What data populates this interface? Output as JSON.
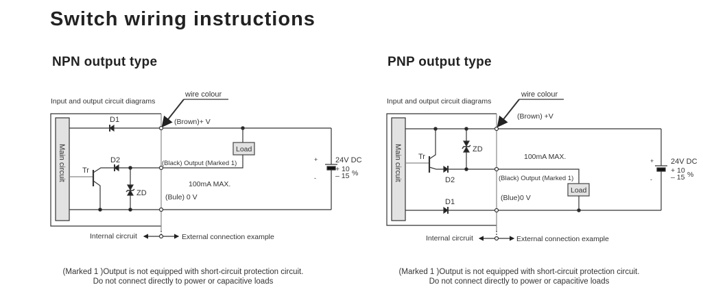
{
  "title": "Switch wiring instructions",
  "npn": {
    "heading": "NPN output type",
    "diagram_label": "Input and output circuit diagrams",
    "wire_colour": "wire colour",
    "main_circuit": "Main circuit",
    "d1": "D1",
    "d2": "D2",
    "tr": "Tr",
    "zd": "ZD",
    "brown": "(Brown)+ V",
    "black": "(Black) Output (Marked 1)",
    "current": "100mA  MAX.",
    "blue": "(Bule)  0 V",
    "load": "Load",
    "supply": "24V DC",
    "tol_plus": "+ 10",
    "tol_minus": "– 15",
    "percent": "%",
    "plus": "+",
    "minus": "-",
    "internal": "Internal circruit",
    "external": "External connection example",
    "note_line1": "(Marked 1 )Output is not equipped with short-circuit protection circuit.",
    "note_line2": "Do not connect directly to power or capacitive loads"
  },
  "pnp": {
    "heading": "PNP output type",
    "diagram_label": "Input and output circuit diagrams",
    "wire_colour": "wire colour",
    "main_circuit": "Main circuit",
    "d1": "D1",
    "d2": "D2",
    "tr": "Tr",
    "zd": "ZD",
    "brown": "(Brown)  +V",
    "black": "(Black) Output (Marked 1)",
    "current": "100mA  MAX.",
    "blue": "(Blue)0 V",
    "load": "Load",
    "supply": "24V DC",
    "tol_plus": "+ 10",
    "tol_minus": "– 15",
    "percent": "%",
    "plus": "+",
    "minus": "-",
    "internal": "Internal circruit",
    "external": "External connection example",
    "note_line1": "(Marked 1 )Output is not equipped with short-circuit protection circuit.",
    "note_line2": "Do not connect directly to power or capacitive loads"
  }
}
